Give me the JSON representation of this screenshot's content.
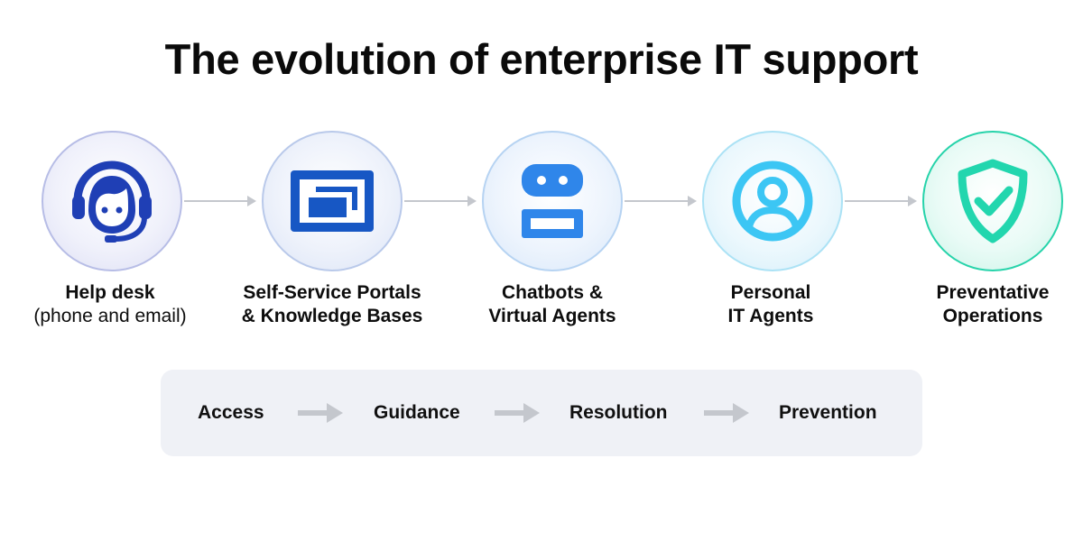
{
  "title": "The evolution of enterprise IT support",
  "stages": [
    {
      "icon": "headset-agent-icon",
      "line1": "Help desk",
      "line2": "(phone and email)",
      "color": "#1f3fb5"
    },
    {
      "icon": "browser-window-icon",
      "line1": "Self-Service Portals",
      "line2": "& Knowledge Bases",
      "color": "#1757c4"
    },
    {
      "icon": "robot-icon",
      "line1": "Chatbots &",
      "line2": "Virtual Agents",
      "color": "#2f86ea"
    },
    {
      "icon": "user-circle-icon",
      "line1": "Personal",
      "line2": "IT Agents",
      "color": "#3cc6f4"
    },
    {
      "icon": "shield-check-icon",
      "line1": "Preventative",
      "line2": "Operations",
      "color": "#22d6ae"
    }
  ],
  "progression": [
    "Access",
    "Guidance",
    "Resolution",
    "Prevention"
  ],
  "colors": {
    "arrow": "#c4c7cd",
    "bar_background": "#eff1f6",
    "title": "#0a0a0a"
  }
}
